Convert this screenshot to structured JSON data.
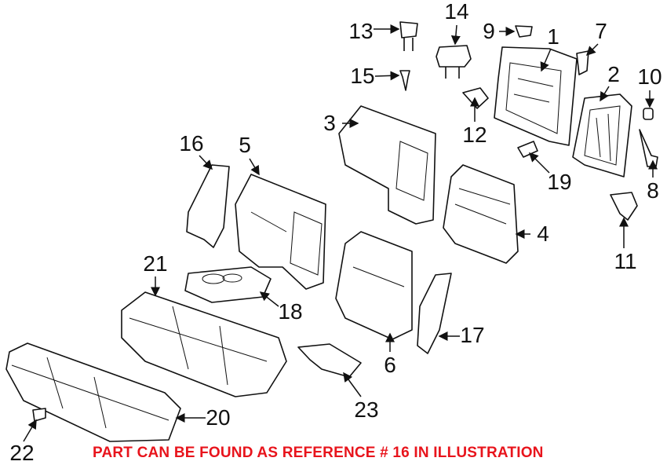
{
  "diagram": {
    "callouts": [
      "1",
      "2",
      "3",
      "4",
      "5",
      "6",
      "7",
      "8",
      "9",
      "10",
      "11",
      "12",
      "13",
      "14",
      "15",
      "16",
      "17",
      "18",
      "19",
      "20",
      "21",
      "22",
      "23"
    ],
    "note": "PART CAN BE FOUND AS REFERENCE # 16 IN ILLUSTRATION",
    "note_color": "#e8141c"
  }
}
